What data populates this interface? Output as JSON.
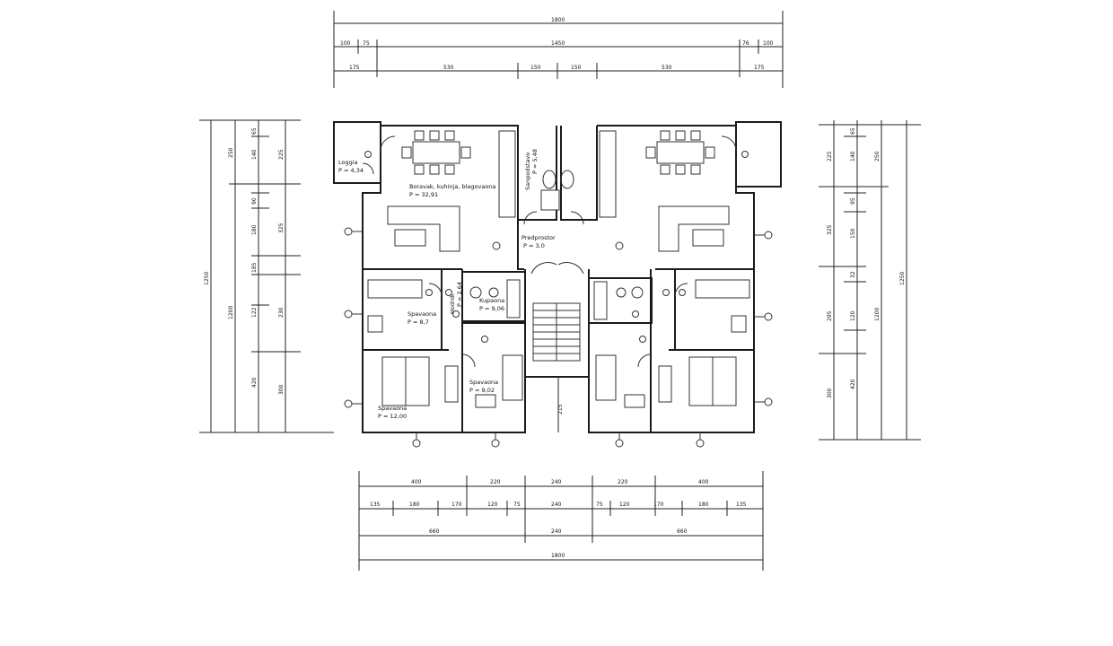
{
  "rooms": {
    "loggia": {
      "name": "Loggia",
      "area": "P = 4,34"
    },
    "living": {
      "name": "Boravak, kuhinja, blagovaona",
      "area": "P = 32,91"
    },
    "wc": {
      "name": "Sanpodstavo",
      "area": "P = 5,48"
    },
    "hall": {
      "name": "Predprostor",
      "area": "P = 3,0"
    },
    "corridor": {
      "name": "Hodnik",
      "area": "P = 2,64"
    },
    "bath": {
      "name": "Kupaona",
      "area": "P = 9,06"
    },
    "bed1": {
      "name": "Spavaona",
      "area": "P = 8,7"
    },
    "bed2": {
      "name": "Spavaona",
      "area": "P = 12,00"
    },
    "bed3": {
      "name": "Spavaona",
      "area": "P = 9,02"
    }
  },
  "dims": {
    "top": {
      "total": "1800",
      "row2": [
        "100",
        "75",
        "1450",
        "76",
        "100"
      ],
      "row3": [
        "175",
        "530",
        "150",
        "150",
        "530",
        "175"
      ]
    },
    "bottom": {
      "row1": [
        "400",
        "220",
        "240",
        "220",
        "400"
      ],
      "row2": [
        "135",
        "180",
        "170",
        "120",
        "75",
        "240",
        "75",
        "120",
        "170",
        "180",
        "135"
      ],
      "row3": [
        "660",
        "240",
        "660"
      ],
      "total": "1800"
    },
    "left": {
      "total": "1250",
      "c2": [
        "250",
        "1200"
      ],
      "c3": [
        "140",
        "65",
        "90",
        "180",
        "185",
        "122",
        "420"
      ],
      "c4": [
        "225",
        "325",
        "230",
        "300"
      ]
    },
    "right": {
      "total": "1250",
      "c2": [
        "250",
        "1200"
      ],
      "c3": [
        "140",
        "65",
        "95",
        "150",
        "32",
        "120",
        "420"
      ],
      "c4": [
        "225",
        "325",
        "295",
        "300"
      ]
    },
    "stair": "215"
  }
}
